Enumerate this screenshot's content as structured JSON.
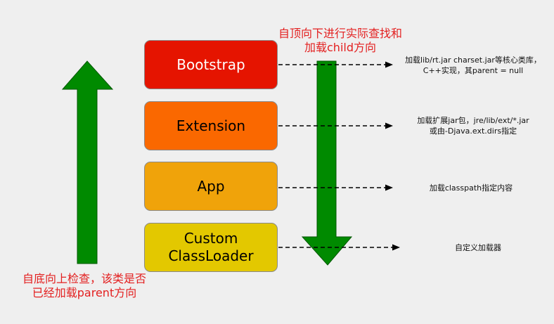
{
  "boxes": [
    {
      "id": "bootstrap",
      "label": "Bootstrap",
      "fill": "#e51400",
      "text_color": "#ffffff"
    },
    {
      "id": "extension",
      "label": "Extension",
      "fill": "#fa6800",
      "text_color": "#000000"
    },
    {
      "id": "app",
      "label": "App",
      "fill": "#f0a30a",
      "text_color": "#000000"
    },
    {
      "id": "custom",
      "label": "Custom\nClassLoader",
      "fill": "#e3c800",
      "text_color": "#000000"
    }
  ],
  "notes": {
    "bootstrap": "加载lib/rt.jar  charset.jar等核心类库，\nC++实现，其parent = null",
    "extension": "加载扩展jar包，jre/lib/ext/*.jar\n或由-Djava.ext.dirs指定",
    "app": "加载classpath指定内容",
    "custom": "自定义加载器"
  },
  "labels": {
    "top_down": "自顶向下进行实际查找和\n加载child方向",
    "bottom_up": "自底向上检查，该类是否\n已经加载parent方向"
  },
  "colors": {
    "arrow_fill": "#008a00",
    "arrow_stroke": "#005700",
    "label_red": "#e32020",
    "background": "#efefef"
  }
}
